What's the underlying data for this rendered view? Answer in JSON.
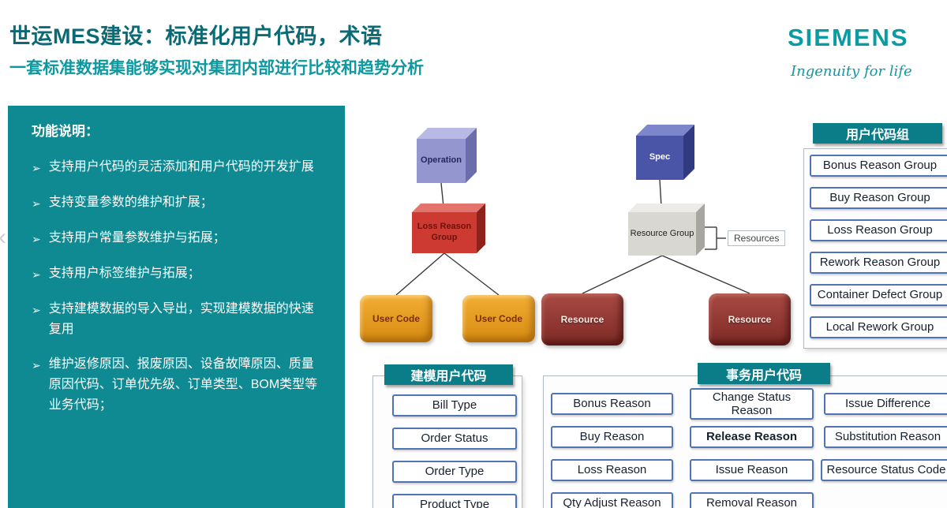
{
  "header": {
    "title": "世运MES建设：标准化用户代码，术语",
    "subtitle": "一套标准数据集能够实现对集团内部进行比较和趋势分析",
    "brand": {
      "logo": "SIEMENS",
      "tagline": "Ingenuity for life"
    }
  },
  "nav": {
    "prev_arrow": "‹"
  },
  "features": {
    "heading": "功能说明：",
    "bullet": "➢",
    "items": [
      "支持用户代码的灵活添加和用户代码的开发扩展",
      "支持变量参数的维护和扩展；",
      "支持用户常量参数维护与拓展；",
      "支持用户标签维护与拓展；",
      "支持建模数据的导入导出，实现建模数据的快速复用",
      "维护返修原因、报废原因、设备故障原因、质量原因代码、订单优先级、订单类型、BOM类型等业务代码；"
    ]
  },
  "diagram": {
    "nodes": {
      "operation": "Operation",
      "spec": "Spec",
      "loss_reason_group": "Loss Reason Group",
      "resource_group": "Resource Group",
      "user_code": "User Code",
      "resource": "Resource"
    },
    "resources_label": "Resources"
  },
  "groups": {
    "user_code_groups": {
      "heading": "用户代码组",
      "items": [
        "Bonus Reason Group",
        "Buy Reason Group",
        "Loss Reason Group",
        "Rework Reason Group",
        "Container Defect Group",
        "Local Rework Group"
      ]
    },
    "modeling": {
      "heading": "建模用户代码",
      "items": [
        "Bill Type",
        "Order Status",
        "Order Type",
        "Product Type"
      ]
    },
    "transaction": {
      "heading": "事务用户代码",
      "col1": [
        "Bonus Reason",
        "Buy Reason",
        "Loss Reason",
        "Qty Adjust Reason"
      ],
      "col2": [
        "Change Status Reason",
        "Release Reason",
        "Issue Reason",
        "Removal Reason"
      ],
      "col3": [
        "Issue Difference",
        "Substitution Reason",
        "Resource Status Code"
      ]
    }
  },
  "colors": {
    "title_teal": "#0c6a74",
    "subtitle_teal": "#0e98a0",
    "siemens_petrol": "#0b9ba3",
    "panel_teal": "#0f8a93",
    "header_teal": "#0a7d89",
    "button_border_blue": "#4e74b5",
    "node_purple": "#9496cf",
    "node_blue": "#4a55a8",
    "node_red": "#cd3a31",
    "node_gray": "#d9d7d2",
    "node_orange": "#e09a23",
    "node_dark_red": "#96392f"
  }
}
